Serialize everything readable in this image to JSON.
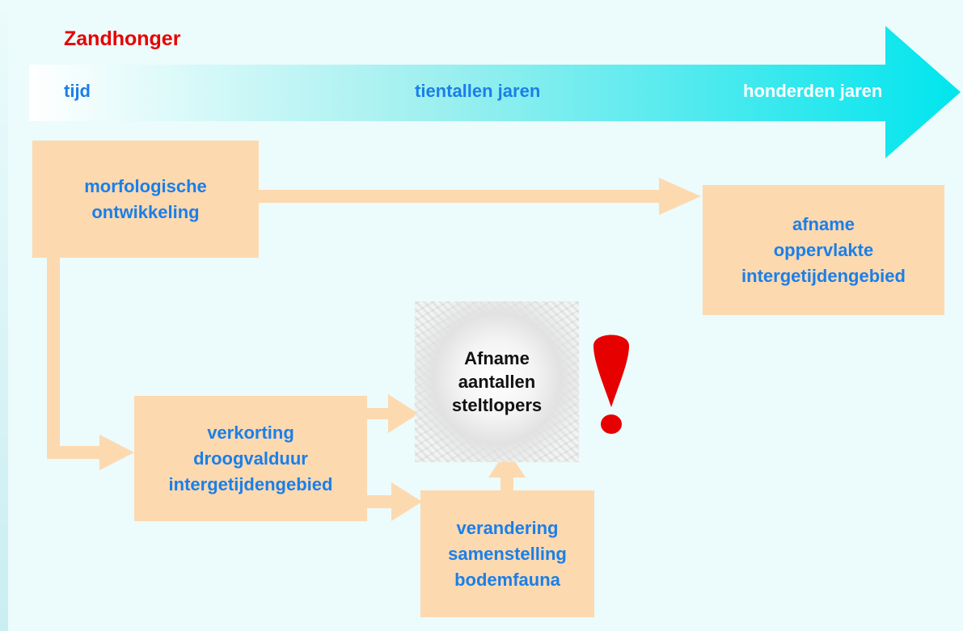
{
  "title": "Zandhonger",
  "timeline": {
    "label_start": "tijd",
    "label_mid": "tientallen jaren",
    "label_end": "honderden jaren"
  },
  "boxes": {
    "morfologische": "morfologische\nontwikkeling",
    "afname_oppervlakte": "afname\noppervlakte\nintergetijdengebied",
    "verkorting": "verkorting\ndroogvalduur\nintergetijdengebied",
    "afname_steltlopers": "Afname\naantallen\nsteltlopers",
    "verandering": "verandering\nsamenstelling\nbodemfauna"
  },
  "colors": {
    "title": "#e60000",
    "box_fill": "#fdd9b0",
    "box_text": "#1a7fe8",
    "timeline_arrow": "#00e5ee",
    "exclamation": "#e60000"
  },
  "icons": {
    "warning": "exclamation-mark"
  }
}
